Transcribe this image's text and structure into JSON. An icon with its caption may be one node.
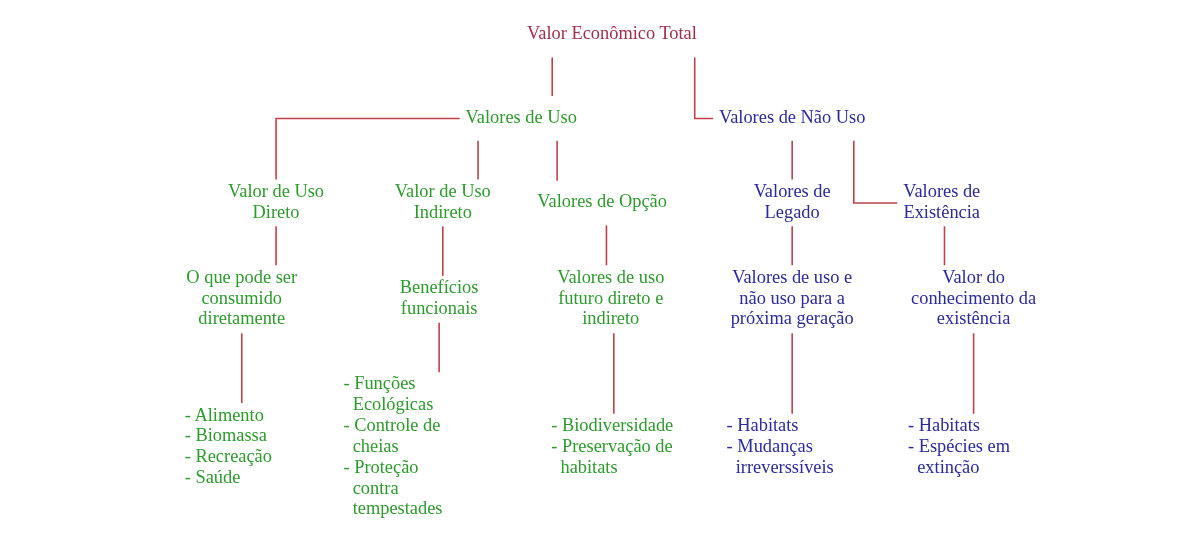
{
  "diagram": {
    "nodes": [
      {
        "text": [
          "Valor Econômico Total"
        ]
      },
      {
        "text": [
          "Valores de Uso"
        ]
      },
      {
        "text": [
          "Valores de Não Uso"
        ]
      },
      {
        "text": [
          "Valor de Uso Direto"
        ]
      },
      {
        "text": [
          "Valor de Uso Indireto"
        ]
      },
      {
        "text": [
          "Valores de Opção"
        ]
      },
      {
        "text": [
          "Valores de Legado"
        ]
      },
      {
        "text": [
          "Valores de Existência"
        ]
      },
      {
        "text": [
          "O que pode ser consumido diretamente"
        ]
      },
      {
        "text": [
          "Benefícios funcionais"
        ]
      },
      {
        "text": [
          "Valores de uso futuro direto e indireto"
        ]
      },
      {
        "text": [
          "Valores de uso e não uso para a próxima geração"
        ]
      },
      {
        "text": [
          "Valor do conhecimento da existência"
        ]
      },
      {
        "text": [
          "- Alimento",
          "- Biomassa",
          "- Recreação",
          "- Saúde"
        ]
      },
      {
        "text": [
          "- Funções Ecológicas",
          "- Controle de cheias",
          "- Proteção contra tempestades"
        ]
      },
      {
        "text": [
          "- Biodiversidade",
          "- Preservação de habitats"
        ]
      },
      {
        "text": [
          "- Habitats",
          "- Mudanças irreverssíveis"
        ]
      },
      {
        "text": [
          "- Habitats",
          "- Espécies em extinção"
        ]
      }
    ],
    "edges": [
      {
        "from": 0,
        "to": 1,
        "arrow": "none"
      },
      {
        "from": 0,
        "to": 2,
        "arrow": "none"
      },
      {
        "from": 1,
        "to": 3,
        "arrow": "none"
      },
      {
        "from": 1,
        "to": 4,
        "arrow": "none"
      },
      {
        "from": 1,
        "to": 5,
        "arrow": "none"
      },
      {
        "from": 2,
        "to": 6,
        "arrow": "none"
      },
      {
        "from": 2,
        "to": 7,
        "arrow": "none"
      },
      {
        "from": 3,
        "to": 8,
        "arrow": "none"
      },
      {
        "from": 4,
        "to": 9,
        "arrow": "none"
      },
      {
        "from": 5,
        "to": 10,
        "arrow": "none"
      },
      {
        "from": 6,
        "to": 11,
        "arrow": "none"
      },
      {
        "from": 7,
        "to": 12,
        "arrow": "none"
      },
      {
        "from": 8,
        "to": 13,
        "arrow": "none"
      },
      {
        "from": 9,
        "to": 14,
        "arrow": "none"
      },
      {
        "from": 10,
        "to": 15,
        "arrow": "none"
      },
      {
        "from": 11,
        "to": 16,
        "arrow": "none"
      },
      {
        "from": 12,
        "to": 17,
        "arrow": "none"
      }
    ]
  }
}
